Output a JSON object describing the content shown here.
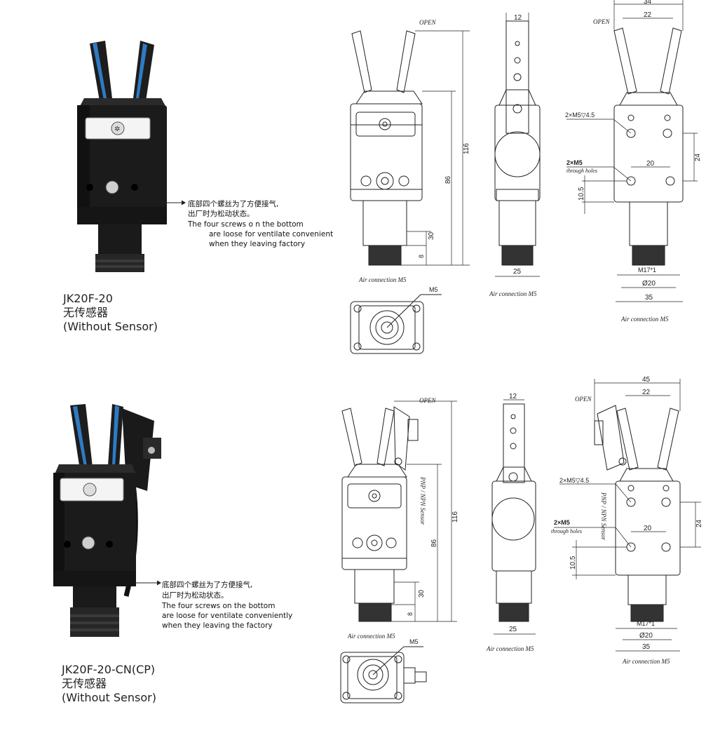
{
  "product_top": {
    "model": "JK20F-20",
    "sensor_cn": "无传感器",
    "sensor_en": "(Without Sensor)",
    "note_cn_1": "底部四个螺丝为了方便接气,",
    "note_cn_2": "出厂时为松动状态。",
    "note_en_1": "The four screws o n the bottom",
    "note_en_2": "are loose for ventilate convenient",
    "note_en_3": "when they leaving factory"
  },
  "product_bottom": {
    "model": "JK20F-20-CN(CP)",
    "sensor_cn": "无传感器",
    "sensor_en": "(Without Sensor)",
    "note_cn_1": "底部四个螺丝为了方便接气,",
    "note_cn_2": "出厂时为松动状态。",
    "note_en_1": "The four screws on the bottom",
    "note_en_2": "are loose for ventilate conveniently",
    "note_en_3": "when they leaving the factory"
  },
  "drawing_top": {
    "open": "OPEN",
    "open_right": "OPEN",
    "dim_116": "116",
    "dim_86": "86",
    "dim_30": "30",
    "dim_8": "8",
    "dim_12": "12",
    "dim_25": "25",
    "dim_34": "34",
    "dim_22": "22",
    "dim_20": "20",
    "dim_24": "24",
    "dim_10_5": "10.5",
    "dim_m17": "M17*1",
    "dim_phi20": "Ø20",
    "dim_35": "35",
    "hole_m5_depth": "2×M5▽4.5",
    "hole_m5": "2×M5",
    "through_holes": "through holes",
    "m5": "M5",
    "air_1": "Air connection  M5",
    "air_2": "Air connection  M5",
    "air_3": "Air connection  M5"
  },
  "drawing_bottom": {
    "open": "OPEN",
    "open_right": "OPEN",
    "dim_116": "116",
    "dim_86": "86",
    "dim_30": "30",
    "dim_8": "8",
    "dim_12": "12",
    "dim_25": "25",
    "dim_45": "45",
    "dim_22": "22",
    "dim_20": "20",
    "dim_24": "24",
    "dim_10_5": "10.5",
    "dim_m17": "M17*1",
    "dim_phi20": "Ø20",
    "dim_35": "35",
    "hole_m5_depth": "2×M5▽4.5",
    "hole_m5": "2×M5",
    "through_holes": "through holes",
    "sensor": "PNP / NPN  Sensor",
    "m5": "M5",
    "air_1": "Air connection  M5",
    "air_2": "Air connection  M5",
    "air_3": "Air connection  M5"
  },
  "colors": {
    "body": "#1b1b1b",
    "finger": "#2f7bc4",
    "line": "#222222"
  }
}
